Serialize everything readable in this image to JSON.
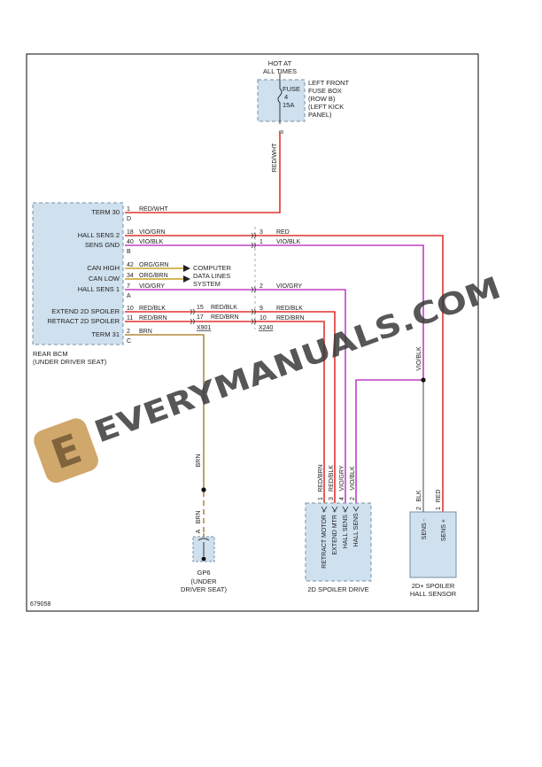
{
  "diagram_id": "679058",
  "colors": {
    "red": "#e0342f",
    "violet": "#c040c8",
    "gray": "#8a8a8a",
    "tan": "#b48a3c",
    "orange": "#c8a020",
    "module_fill": "#cfe0ee",
    "module_stroke": "#7a8fa3"
  },
  "power": {
    "title_line1": "HOT AT",
    "title_line2": "ALL TIMES",
    "fuse_label": "FUSE",
    "fuse_number": "4",
    "fuse_amps": "15A",
    "location": [
      "LEFT FRONT",
      "FUSE BOX",
      "(ROW B)",
      "(LEFT KICK",
      "PANEL)"
    ],
    "pin": "8",
    "wire": "RED/WHT"
  },
  "bcm": {
    "name_line1": "REAR BCM",
    "name_line2": "(UNDER DRIVER SEAT)",
    "pins": [
      {
        "label": "TERM 30",
        "pin": "1",
        "conn": "D",
        "wire": "RED/WHT"
      },
      {
        "label": "HALL SENS 2",
        "pin": "18",
        "conn": "",
        "wire": "VIO/GRN"
      },
      {
        "label": "SENS GND",
        "pin": "40",
        "conn": "B",
        "wire": "VIO/BLK"
      },
      {
        "label": "CAN HIGH",
        "pin": "42",
        "conn": "",
        "wire": "ORG/GRN"
      },
      {
        "label": "CAN LOW",
        "pin": "34",
        "conn": "",
        "wire": "ORG/BRN"
      },
      {
        "label": "HALL SENS 1",
        "pin": "7",
        "conn": "A",
        "wire": "VIO/GRY"
      },
      {
        "label": "EXTEND 2D SPOILER",
        "pin": "10",
        "conn": "",
        "wire": "RED/BLK"
      },
      {
        "label": "RETRACT 2D SPOILER",
        "pin": "11",
        "conn": "",
        "wire": "RED/BRN"
      },
      {
        "label": "TERM 31",
        "pin": "2",
        "conn": "C",
        "wire": "BRN"
      }
    ]
  },
  "computer_data": [
    "COMPUTER",
    "DATA LINES",
    "SYSTEM"
  ],
  "x901": {
    "label": "X901",
    "pins": [
      "15",
      "17"
    ],
    "wires": [
      "RED/BLK",
      "RED/BRN"
    ]
  },
  "x240": {
    "label": "X240",
    "rows": [
      {
        "pin": "3",
        "wire": "RED"
      },
      {
        "pin": "1",
        "wire": "VIO/BLK"
      },
      {
        "pin": "2",
        "wire": "VIO/GRY"
      },
      {
        "pin": "9",
        "wire": "RED/BLK"
      },
      {
        "pin": "10",
        "wire": "RED/BRN"
      }
    ]
  },
  "vertical_labels": {
    "brn": "BRN",
    "vio_blk": "VIO/BLK"
  },
  "ground": {
    "name": "GP6",
    "loc_line1": "(UNDER",
    "loc_line2": "DRIVER SEAT)",
    "pin": "A",
    "wire": "BRN"
  },
  "drive": {
    "name": "2D SPOILER DRIVE",
    "pins": [
      {
        "pin": "1",
        "wire": "RED/BRN",
        "func": "RETRACT MOTOR +"
      },
      {
        "pin": "3",
        "wire": "RED/BLK",
        "func": "EXTEND MTR +"
      },
      {
        "pin": "4",
        "wire": "VIO/GRY",
        "func": "HALL SENS +"
      },
      {
        "pin": "2",
        "wire": "VIO/BLK",
        "func": "HALL SENS -"
      }
    ]
  },
  "sensor": {
    "name_line1": "2D+ SPOILER",
    "name_line2": "HALL SENSOR",
    "pins": [
      {
        "pin": "2",
        "wire": "BLK",
        "func": "SENS -"
      },
      {
        "pin": "1",
        "wire": "RED",
        "func": "SENS +"
      }
    ]
  },
  "watermark": {
    "text": "EVERYMANUALS.COM",
    "logo_letter": "E"
  }
}
